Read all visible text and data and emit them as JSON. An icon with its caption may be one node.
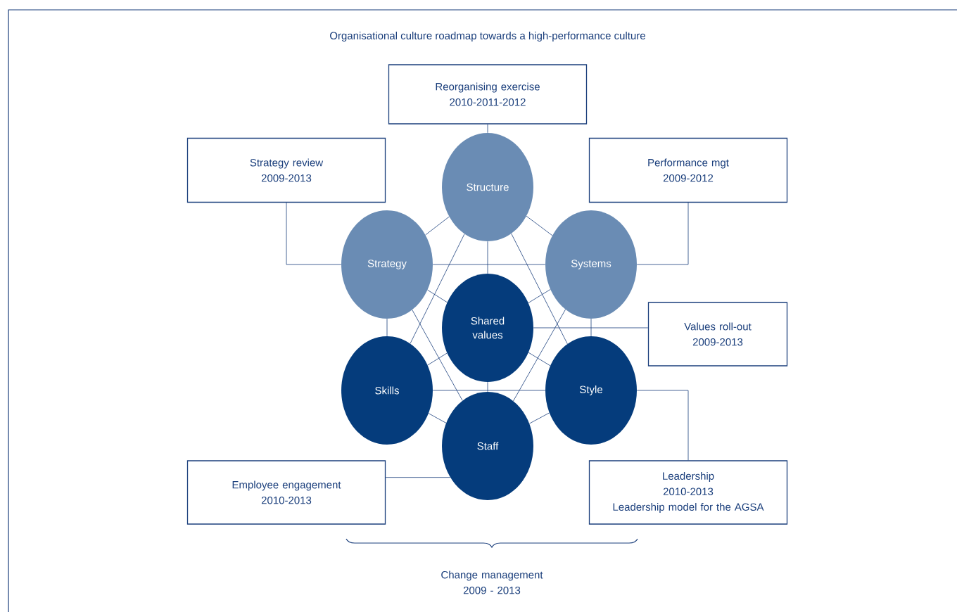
{
  "diagram": {
    "title": "Organisational culture roadmap towards a high-performance culture",
    "nodes": [
      {
        "text": [
          "Reorganising exercise",
          "2010-2011-2012"
        ]
      },
      {
        "text": [
          "Strategy review",
          "2009-2013"
        ]
      },
      {
        "text": [
          "Performance mgt",
          "2009-2012"
        ]
      },
      {
        "text": [
          "Structure"
        ]
      },
      {
        "text": [
          "Strategy"
        ]
      },
      {
        "text": [
          "Systems"
        ]
      },
      {
        "text": [
          "Shared values"
        ]
      },
      {
        "text": [
          "Values roll-out",
          "2009-2013"
        ]
      },
      {
        "text": [
          "Skills"
        ]
      },
      {
        "text": [
          "Style"
        ]
      },
      {
        "text": [
          "Staff"
        ]
      },
      {
        "text": [
          "Employee engagement",
          "2010-2013"
        ]
      },
      {
        "text": [
          "Leadership",
          "2010-2013",
          "Leadership model for the AGSA"
        ]
      }
    ],
    "edges": [
      {
        "from": 0,
        "to": 3,
        "arrow": "none"
      },
      {
        "from": 1,
        "to": 4,
        "arrow": "none"
      },
      {
        "from": 2,
        "to": 5,
        "arrow": "none"
      },
      {
        "from": 7,
        "to": 6,
        "arrow": "none"
      },
      {
        "from": 12,
        "to": 9,
        "arrow": "none"
      },
      {
        "from": 11,
        "to": 10,
        "arrow": "none"
      },
      {
        "from": 3,
        "to": 4,
        "arrow": "none"
      },
      {
        "from": 3,
        "to": 5,
        "arrow": "none"
      },
      {
        "from": 3,
        "to": 6,
        "arrow": "none"
      },
      {
        "from": 3,
        "to": 8,
        "arrow": "none"
      },
      {
        "from": 3,
        "to": 9,
        "arrow": "none"
      },
      {
        "from": 4,
        "to": 5,
        "arrow": "none"
      },
      {
        "from": 4,
        "to": 6,
        "arrow": "none"
      },
      {
        "from": 4,
        "to": 8,
        "arrow": "none"
      },
      {
        "from": 4,
        "to": 10,
        "arrow": "none"
      },
      {
        "from": 5,
        "to": 6,
        "arrow": "none"
      },
      {
        "from": 5,
        "to": 9,
        "arrow": "none"
      },
      {
        "from": 5,
        "to": 10,
        "arrow": "none"
      },
      {
        "from": 6,
        "to": 8,
        "arrow": "none"
      },
      {
        "from": 6,
        "to": 9,
        "arrow": "none"
      },
      {
        "from": 6,
        "to": 10,
        "arrow": "none"
      },
      {
        "from": 8,
        "to": 9,
        "arrow": "none"
      },
      {
        "from": 8,
        "to": 10,
        "arrow": "none"
      },
      {
        "from": 9,
        "to": 10,
        "arrow": "none"
      }
    ],
    "labels": [
      "Change management 2009 - 2013"
    ]
  }
}
